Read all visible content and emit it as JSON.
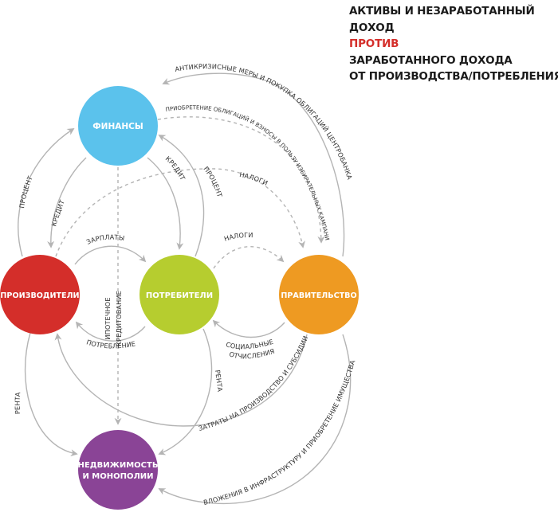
{
  "title": {
    "line1": "АКТИВЫ И НЕЗАРАБОТАННЫЙ",
    "line2": "ДОХОД",
    "line3": "ПРОТИВ",
    "line4": "ЗАРАБОТАННОГО ДОХОДА",
    "line5": "ОТ ПРОИЗВОДСТВА/ПОТРЕБЛЕНИЯ"
  },
  "colors": {
    "finance": "#5bc2ec",
    "producers": "#d42e2a",
    "consumers": "#b6cd2f",
    "government": "#ee9a22",
    "realestate": "#8a4496",
    "arrow": "#b4b4b4",
    "accent_red": "#d42e2a"
  },
  "nodes": {
    "finance": "ФИНАНСЫ",
    "producers": "ПРОИЗВОДИТЕЛИ",
    "consumers": "ПОТРЕБИТЕЛИ",
    "government": "ПРАВИТЕЛЬСТВО",
    "realestate_line1": "НЕДВИЖИМОСТЬ",
    "realestate_line2": "И МОНОПОЛИИ"
  },
  "edges": {
    "anticrisis": "АНТИКРИЗИСНЫЕ МЕРЫ И ПОКУПКА ОБЛИГАЦИЙ ЦЕНТРОБАНКА",
    "bonds": "ПРИОБРЕТЕНИЕ ОБЛИГАЦИЙ И ВЗНОСЫ В ПОЛЬЗУ ИЗБИРАТЕЛЬНЫХ КАМПАНИЙ",
    "interest_left": "ПРОЦЕНТ",
    "credit_left": "КРЕДИТ",
    "credit_right": "КРЕДИТ",
    "interest_right": "ПРОЦЕНТ",
    "taxes_top": "НАЛОГИ",
    "taxes_mid": "НАЛОГИ",
    "wages": "ЗАРПЛАТЫ",
    "mortgage_line1": "ИПОТЕЧНОЕ",
    "mortgage_line2": "КРЕДИТОВАНИЕ",
    "consumption": "ПОТРЕБЛЕНИЕ",
    "social_line1": "СОЦИАЛЬНЫЕ",
    "social_line2": "ОТЧИСЛЕНИЯ",
    "rent_left": "РЕНТА",
    "rent_right": "РЕНТА",
    "spending": "ЗАТРАТЫ НА ПРОИЗВОДСТВО И СУБСИДИИ",
    "infrastructure": "ВЛОЖЕНИЯ В ИНФРАСТРУКТУРУ И ПРИОБРЕТЕНИЕ ИМУЩЕСТВА"
  }
}
